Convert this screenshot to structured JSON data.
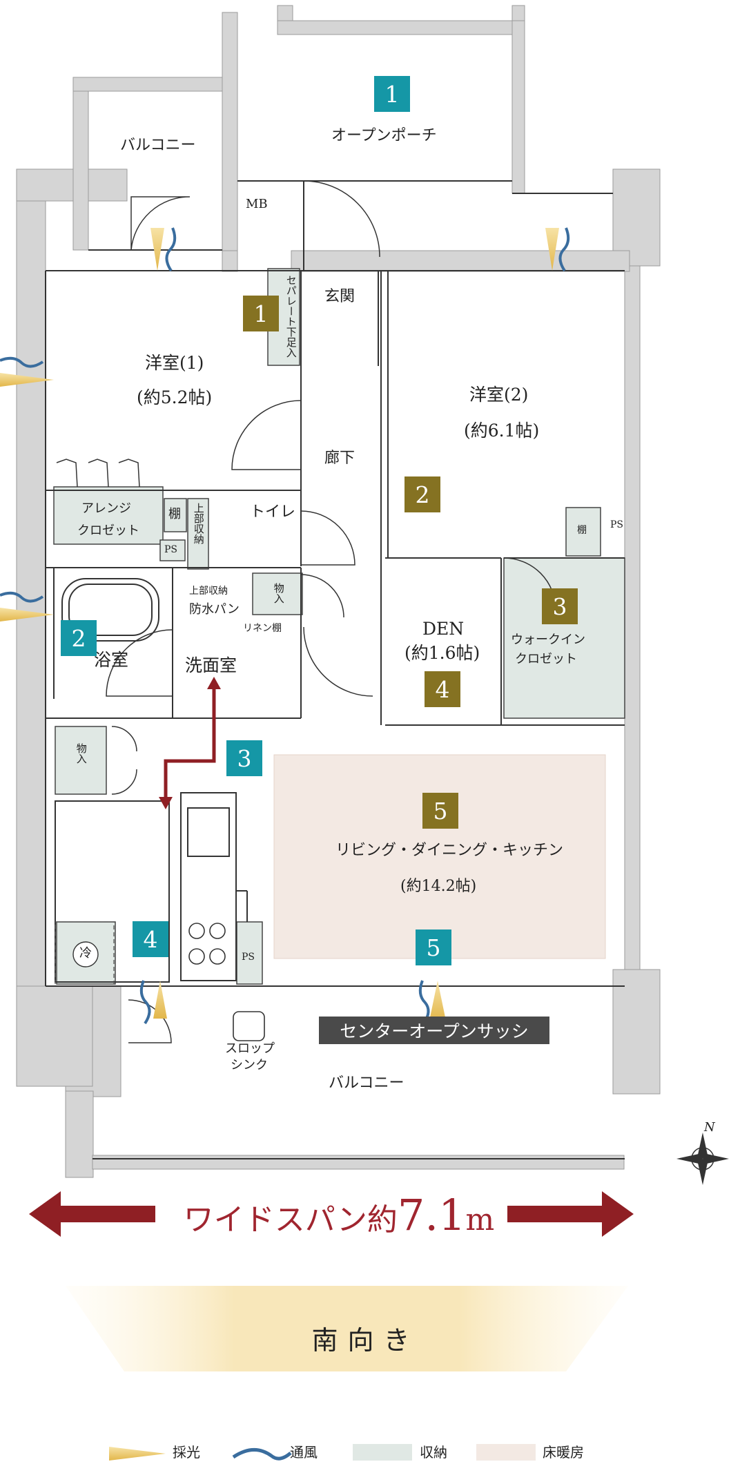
{
  "rooms": {
    "open_porch": "オープンポーチ",
    "balcony_top": "バルコニー",
    "mb": "MB",
    "separate_closet": "セパレート下足入",
    "entrance": "玄関",
    "western1_name": "洋室(1)",
    "western1_size": "(約5.2帖)",
    "western2_name": "洋室(2)",
    "western2_size": "(約6.1帖)",
    "corridor": "廊下",
    "arrange_closet_1": "アレンジ",
    "arrange_closet_2": "クロゼット",
    "shelf1": "棚",
    "upper_storage": "上部収納",
    "toilet": "トイレ",
    "ps1": "PS",
    "shelf2": "棚",
    "ps2": "PS",
    "bath": "浴室",
    "washroom": "洗面室",
    "upper_storage_wash": "上部収納",
    "waterproof_pan": "防水パン",
    "linen_shelf": "リネン棚",
    "storage1": "物入",
    "den_name": "DEN",
    "den_size": "(約1.6帖)",
    "walkin_1": "ウォークイン",
    "walkin_2": "クロゼット",
    "storage2": "物入",
    "ldk_name": "リビング・ダイニング・キッチン",
    "ldk_size": "(約14.2帖)",
    "fridge": "冷",
    "ps3": "PS",
    "slop_sink_1": "スロップ",
    "slop_sink_2": "シンク",
    "balcony_bottom": "バルコニー"
  },
  "badges": {
    "teal_1": "1",
    "olive_1": "1",
    "teal_2": "2",
    "olive_2": "2",
    "teal_3": "3",
    "olive_3": "3",
    "teal_4": "4",
    "olive_4": "4",
    "teal_5": "5",
    "olive_5": "5"
  },
  "center_sash": "センターオープンサッシ",
  "wide_span": {
    "prefix": "ワイドスパン約",
    "value": "7.1",
    "unit": "m"
  },
  "orientation": "南向き",
  "compass_north": "N",
  "legend": {
    "daylight": "採光",
    "ventilation": "通風",
    "storage": "収納",
    "floor_heating": "床暖房"
  },
  "colors": {
    "teal": "#1597a6",
    "olive": "#857222",
    "wall": "#d5d5d5",
    "storage_fill": "#e0e8e4",
    "floor_heating_fill": "#f3e9e3",
    "arrow_red": "#8f1f24",
    "sash_bg": "#4a4a4a",
    "light_yellow": "#f2cf74",
    "wind_blue": "#3a6d9e"
  }
}
